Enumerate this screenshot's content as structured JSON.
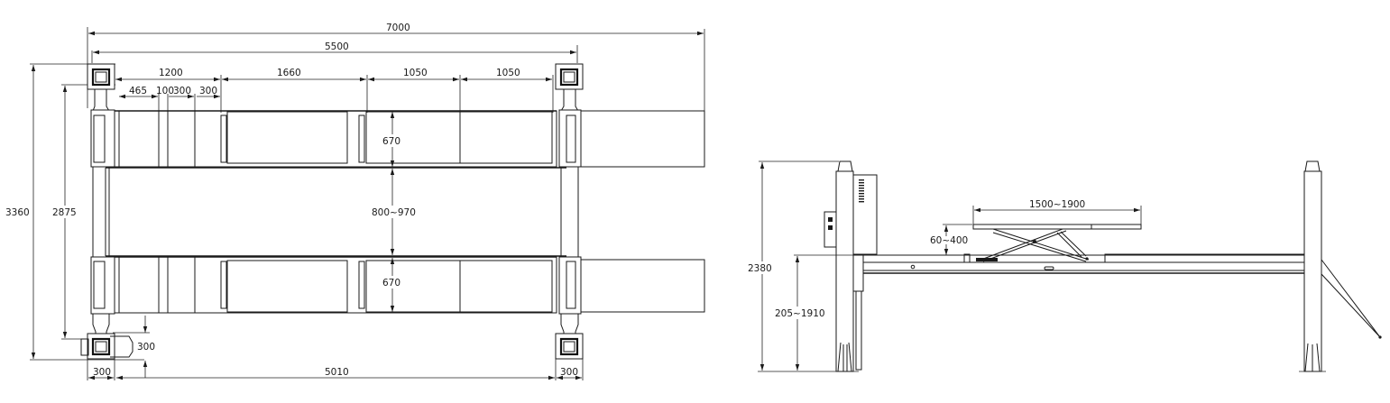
{
  "drawing": {
    "subject": "Four-post lift with sliding scissor jack",
    "plan_view": {
      "dimensions": {
        "overall_length": "7000",
        "post_span_length": "5500",
        "ramp_seg_1": "1200",
        "ramp_seg_2": "1660",
        "ramp_seg_3": "1050",
        "ramp_seg_4": "1050",
        "sub_1": "465",
        "sub_2": "100",
        "sub_3": "300",
        "sub_4": "300",
        "runway_width_top": "670",
        "runway_width_bottom": "670",
        "inner_gap": "800~970",
        "overall_width": "3360",
        "post_span_width": "2875",
        "power_unit_offset": "300",
        "post_width_left": "300",
        "base_span": "5010",
        "post_width_right": "300"
      }
    },
    "side_view": {
      "dimensions": {
        "overall_height": "2380",
        "lift_height_range": "205~1910",
        "jack_lift_range": "60~400",
        "jack_length_range": "1500~1900"
      }
    }
  }
}
